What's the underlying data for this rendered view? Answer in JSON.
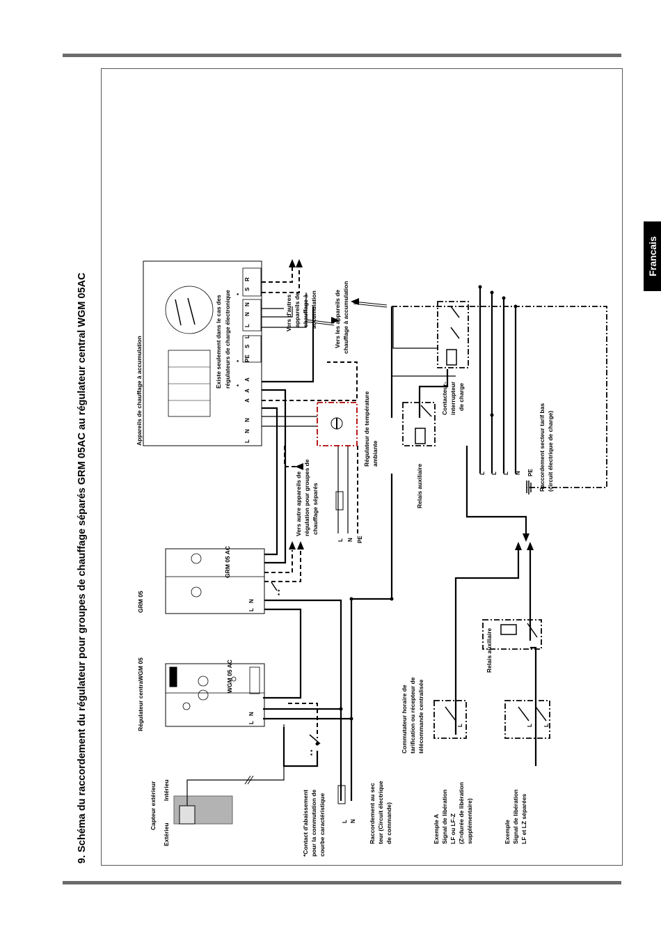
{
  "title": "9. Schéma du raccordement du régulateur pour groupes de chauffage séparés GRM 05AC au régulateur central WGM 05AC",
  "language_tab": "Francais",
  "labels": {
    "capteur_exterieur": "Capteur extérieur",
    "exterieu": "Extérieu",
    "interieu": "Intérieu",
    "regulateur_central": "Régulateur centraWGM 05",
    "grm05": "GRM 05",
    "appareils": "Appareils de chauffage à accumulation",
    "existe1": "Existe seulement dans le cas des",
    "existe2": "régulateurs de charge électronique",
    "vers_autres1": "Vers d'autres",
    "vers_autres2": "appareils de",
    "vers_autres3": "chauffage à",
    "vers_autres4": "accumulation",
    "vers_les1": "Vers les appareils de",
    "vers_les2": "chauffage à accumulation",
    "regulateur_temp1": "Régulateur de température",
    "regulateur_temp2": "ambiante",
    "vers_reg1": "Vers autre appareils de",
    "vers_reg2": "régulation pour groupes de",
    "vers_reg3": "chauffage séparés",
    "contacteur1": "Contacteur-",
    "contacteur2": "interrupteur",
    "contacteur3": "de charge",
    "raccord_bas1": "Raccordement secteur tarif bas",
    "raccord_bas2": "(circuit électrique de charge)",
    "relais_aux": "Relais auxiliaire",
    "relais_aux2": "Relais auxiliaire",
    "contact1": "*Contact d'abaissement",
    "contact2": "pour la commutation de",
    "contact3": "courbe caractéristique",
    "raccord_sec1": "Raccordement au sec",
    "raccord_sec2": "teur (Circuit électrique",
    "raccord_sec3": "de commande)",
    "commutateur1": "Commutateur horaire de",
    "commutateur2": "tarification ou récepteur de",
    "commutateur3": "télécommande centralisée",
    "exA1": "Exemple A",
    "exA2": "Signal de libération",
    "exA3": "LF ou LF-Z",
    "exA4": "(Z=durée de libération",
    "exA5": "supplémentaire)",
    "exB1": "Exemple",
    "exB2": "Signal de libération",
    "exB3": "LF et LZ séparées",
    "wgm_model": "WGM 05 AC",
    "grm_model": "GRM 05 AC",
    "l": "L",
    "n": "N",
    "pe": "PE",
    "a": "A",
    "s": "S",
    "r": "R",
    "star": "*",
    "star2": "* *"
  }
}
